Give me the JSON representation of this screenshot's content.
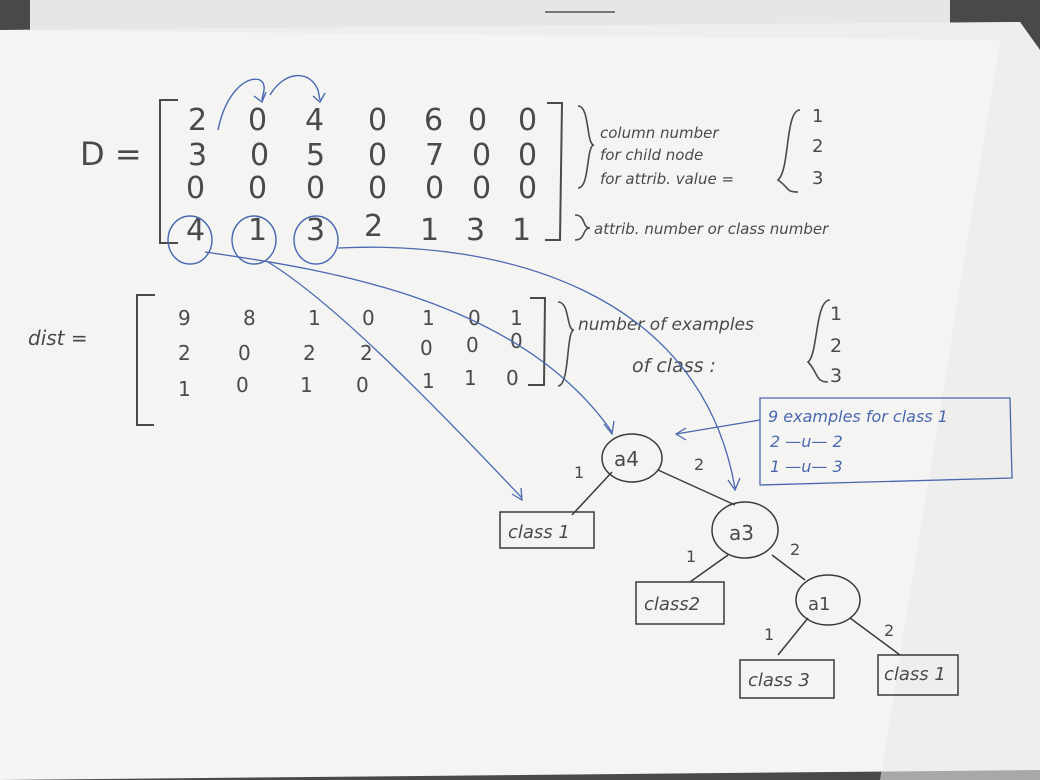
{
  "matrix_D": {
    "label": "D =",
    "rows": [
      [
        "2",
        "0",
        "4",
        "0",
        "6",
        "0",
        "0"
      ],
      [
        "3",
        "0",
        "5",
        "0",
        "7",
        "0",
        "0"
      ],
      [
        "0",
        "0",
        "0",
        "0",
        "0",
        "0",
        "0"
      ],
      [
        "4",
        "1",
        "3",
        "2",
        "1",
        "3",
        "1"
      ]
    ],
    "annotations": {
      "line1": "column number",
      "line2": "for child node",
      "line3": "for attrib. value =",
      "values": [
        "1",
        "2",
        "3"
      ],
      "bottom": "attrib. number or class number"
    }
  },
  "matrix_dist": {
    "label": "dist =",
    "rows": [
      [
        "9",
        "8",
        "1",
        "0",
        "1",
        "0",
        "1"
      ],
      [
        "2",
        "0",
        "2",
        "2",
        "0",
        "0",
        "0"
      ],
      [
        "1",
        "0",
        "1",
        "0",
        "1",
        "1",
        "0"
      ]
    ],
    "annotations": {
      "line1": "number of examples",
      "line2": "of class :",
      "values": [
        "1",
        "2",
        "3"
      ]
    }
  },
  "tree": {
    "nodes": {
      "root": "a4",
      "mid": "a3",
      "low": "a1"
    },
    "leaves": {
      "class1_top": "class 1",
      "class2": "class2",
      "class3": "class 3",
      "class1_bottom": "class 1"
    },
    "edges": {
      "root_left": "1",
      "root_right": "2",
      "mid_left": "1",
      "mid_right": "2",
      "low_left": "1",
      "low_right": "2"
    }
  },
  "info_box": {
    "line1": "9 examples for class 1",
    "line2": "2  —u—  2",
    "line3": "1  —u—  3"
  },
  "colors": {
    "ink_pencil": "#4a4a4a",
    "ink_blue": "#4a68b0",
    "paper": "#f4f4f2"
  }
}
